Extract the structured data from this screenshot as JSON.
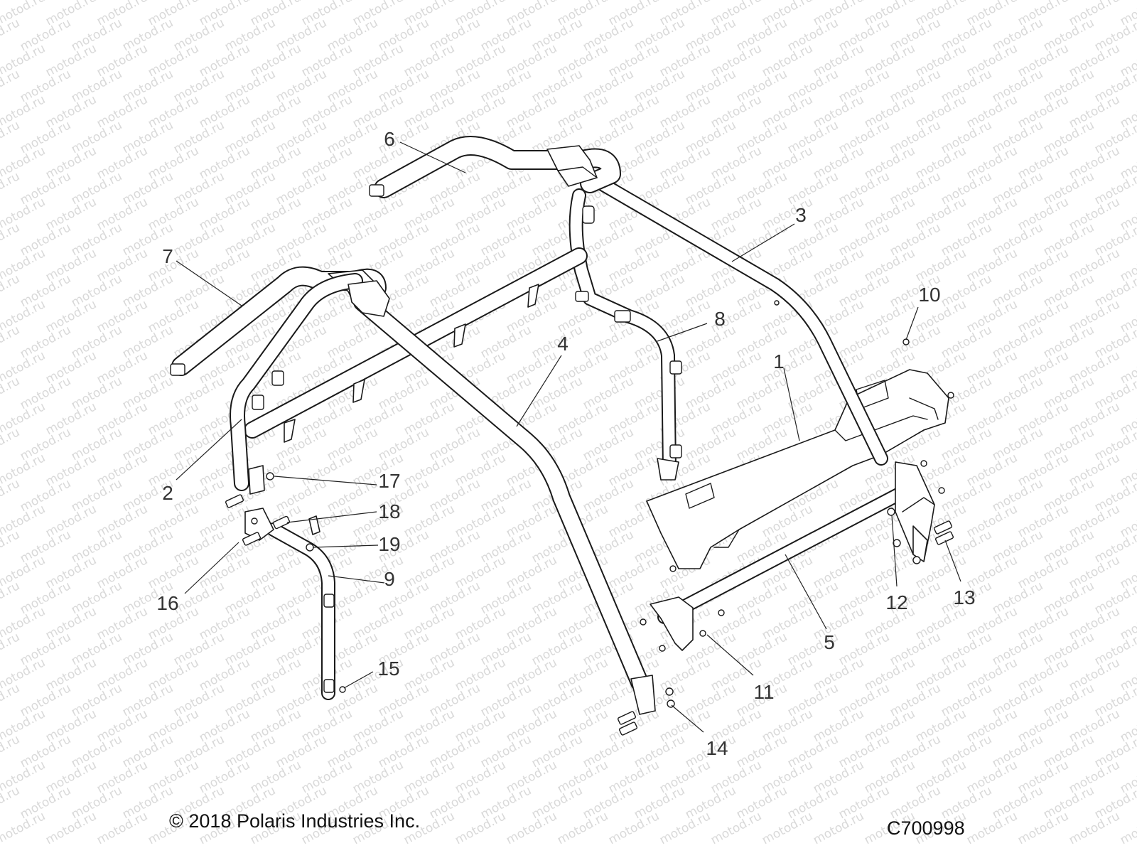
{
  "callouts": [
    {
      "n": "1"
    },
    {
      "n": "2"
    },
    {
      "n": "3"
    },
    {
      "n": "4"
    },
    {
      "n": "5"
    },
    {
      "n": "6"
    },
    {
      "n": "7"
    },
    {
      "n": "8"
    },
    {
      "n": "9"
    },
    {
      "n": "10"
    },
    {
      "n": "11"
    },
    {
      "n": "12"
    },
    {
      "n": "13"
    },
    {
      "n": "14"
    },
    {
      "n": "15"
    },
    {
      "n": "16"
    },
    {
      "n": "17"
    },
    {
      "n": "18"
    },
    {
      "n": "19"
    }
  ],
  "watermark": "motod.ru",
  "footer": {
    "copyright": "© 2018 Polaris Industries Inc.",
    "diagram_id": "C700998"
  },
  "colors": {
    "line": "#1a1a1a",
    "watermark": "#d9d9d9",
    "background": "#ffffff"
  }
}
